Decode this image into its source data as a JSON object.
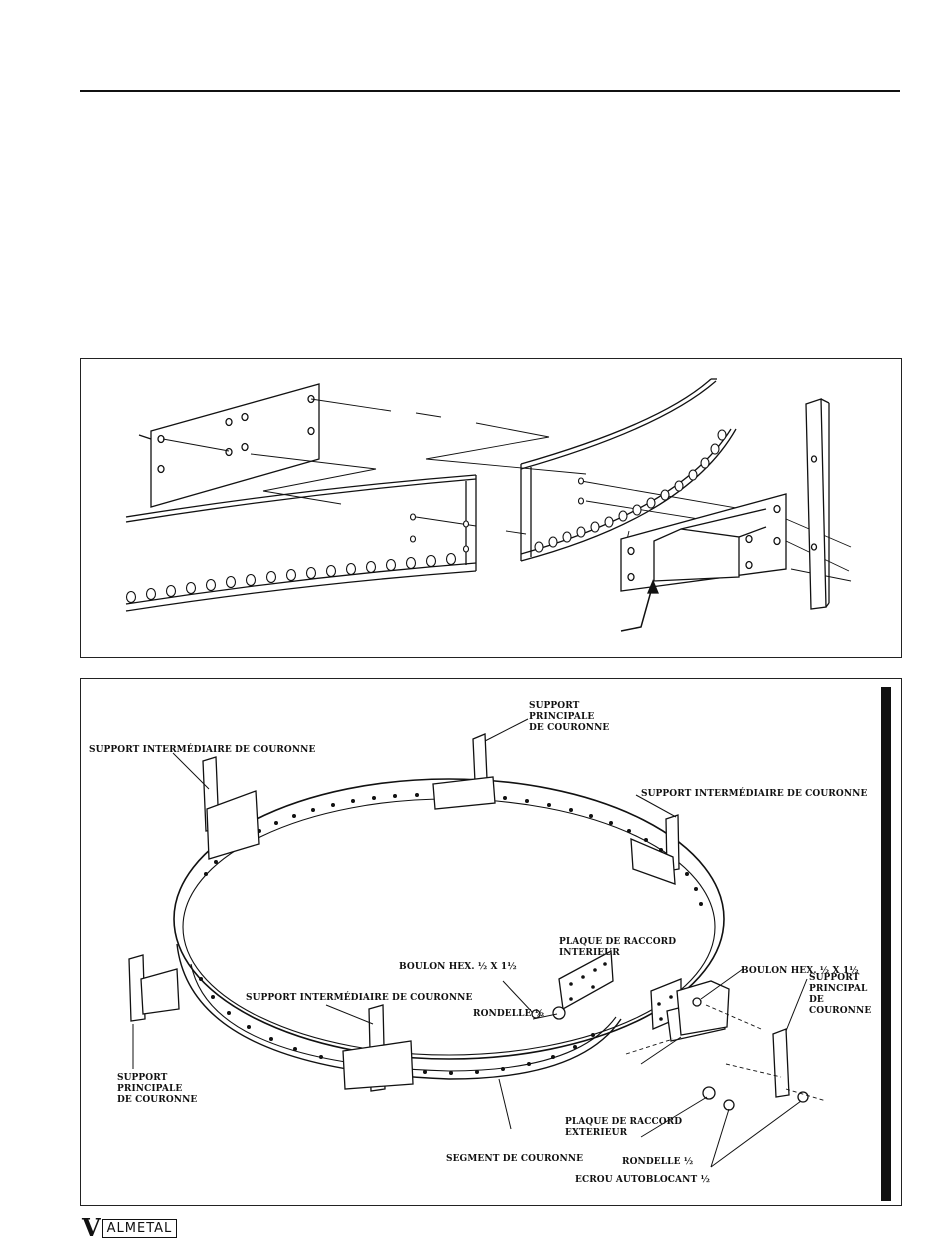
{
  "logo": {
    "initial": "V",
    "rest": "ALMETAL"
  },
  "labels": {
    "support_inter_top_left": "SUPPORT INTERMÉDIAIRE DE COURONNE",
    "support_principal_top": "SUPPORT\nPRINCIPALE\nDE COURONNE",
    "support_inter_right": "SUPPORT INTERMÉDIAIRE DE COURONNE",
    "plaque_interieur": "PLAQUE DE RACCORD\nINTERIEUR",
    "boulon_left": "BOULON HEX. ½ X 1½",
    "boulon_right": "BOULON HEX. ½ X 1½",
    "rondelle_left": "RONDELLE ½",
    "support_inter_center": "SUPPORT INTERMÉDIAIRE DE COURONNE",
    "support_principal_right": "SUPPORT\nPRINCIPAL\nDE\nCOURONNE",
    "support_principal_left": "SUPPORT\nPRINCIPALE\nDE COURONNE",
    "plaque_exterieur": "PLAQUE DE RACCORD\nEXTERIEUR",
    "segment": "SEGMENT DE COURONNE",
    "rondelle_right": "RONDELLE ½",
    "ecrou": "ECROU AUTOBLOCANT ½"
  }
}
